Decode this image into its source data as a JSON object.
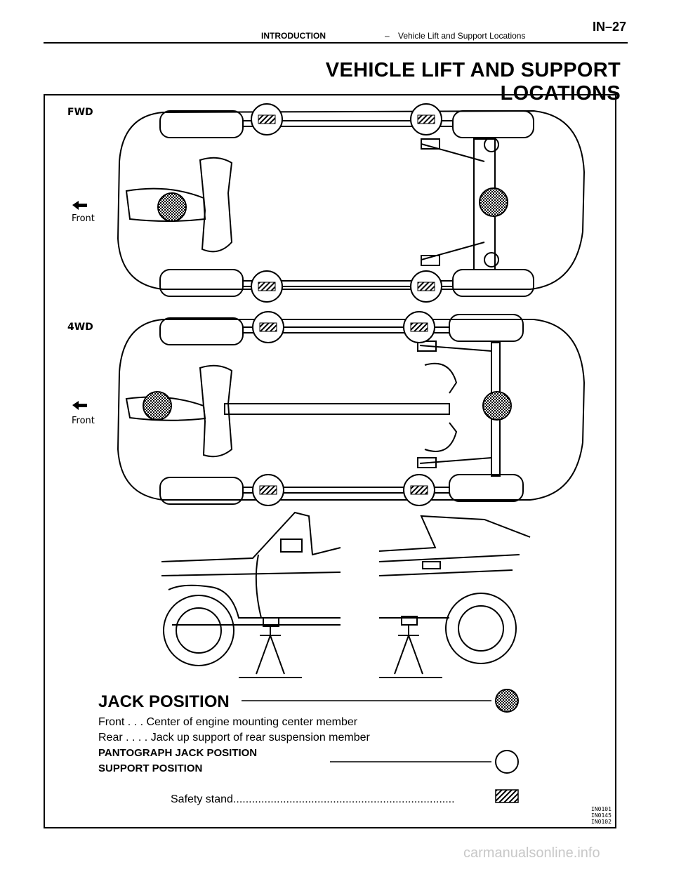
{
  "header": {
    "section": "INTRODUCTION",
    "separator": "–",
    "subsection": "Vehicle Lift and Support Locations",
    "page": "IN–27"
  },
  "title": "VEHICLE LIFT AND SUPPORT LOCATIONS",
  "diagram": {
    "fwd_label": "FWD",
    "fwd_front": "Front",
    "wd4_label": "4WD",
    "wd4_front": "Front"
  },
  "legend": {
    "jack_title": "JACK POSITION",
    "front_line": "Front . . . Center of engine mounting center member",
    "rear_line": "Rear . . . . Jack up support of rear suspension member",
    "pantograph": "PANTOGRAPH JACK POSITION",
    "support": "SUPPORT POSITION",
    "safety": "Safety   stand......................................................................."
  },
  "figure_codes": [
    "IN0101",
    "IN0145",
    "IN0102"
  ],
  "watermark": "carmanualsonline.info"
}
